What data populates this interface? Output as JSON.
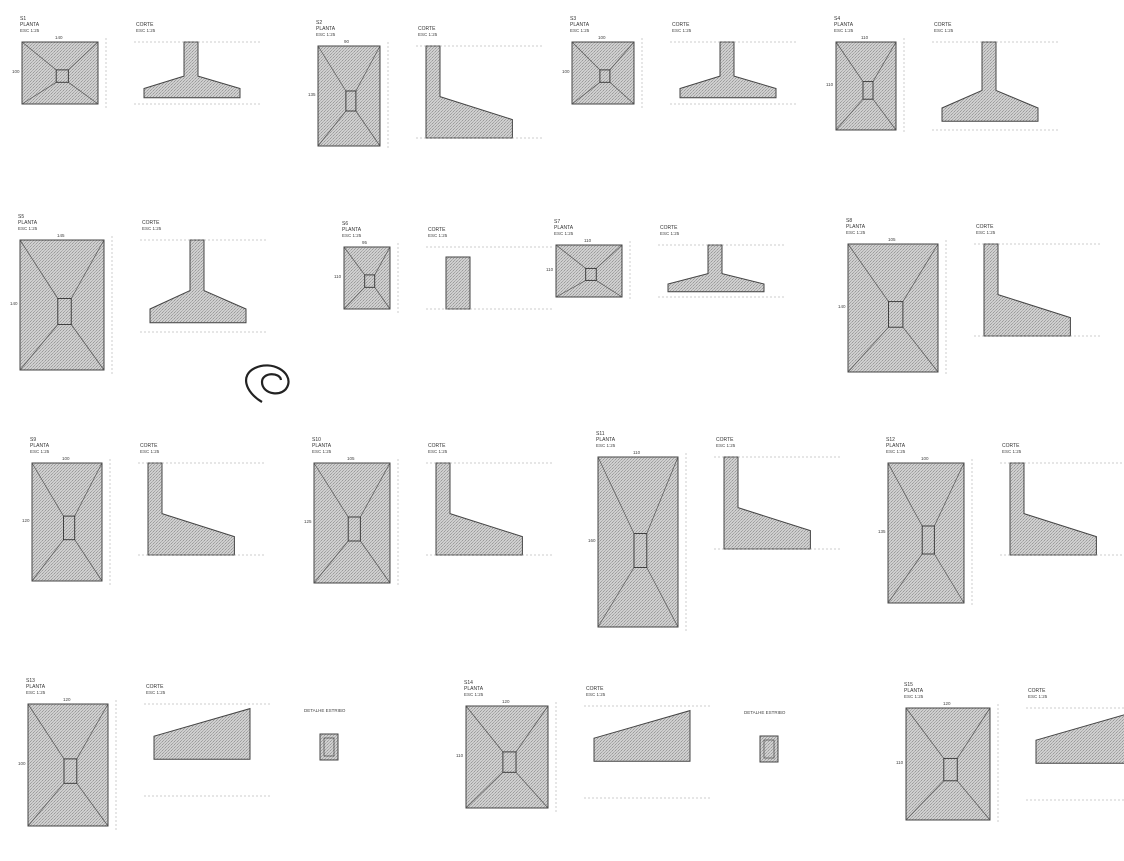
{
  "sheet": {
    "planta_label": "PLANTA",
    "corte_label": "CORTE",
    "detail_label": "DETALHE ESTRIBO",
    "scale": "ESC 1:25"
  },
  "items": [
    {
      "id": "S1",
      "w": "140",
      "d": "100"
    },
    {
      "id": "S2",
      "w": "90",
      "d": "135"
    },
    {
      "id": "S3",
      "w": "100",
      "d": "100"
    },
    {
      "id": "S4",
      "w": "110",
      "d": "110"
    },
    {
      "id": "S5",
      "w": "145",
      "d": "140"
    },
    {
      "id": "S6",
      "w": "95",
      "d": "110"
    },
    {
      "id": "S7",
      "w": "110",
      "d": "110"
    },
    {
      "id": "S8",
      "w": "105",
      "d": "140"
    },
    {
      "id": "S9",
      "w": "100",
      "d": "120"
    },
    {
      "id": "S10",
      "w": "105",
      "d": "125"
    },
    {
      "id": "S11",
      "w": "110",
      "d": "160"
    },
    {
      "id": "S12",
      "w": "100",
      "d": "135"
    },
    {
      "id": "S13",
      "w": "120",
      "d": "100"
    },
    {
      "id": "S14",
      "w": "120",
      "d": "110"
    },
    {
      "id": "S15",
      "w": "120",
      "d": "110"
    }
  ]
}
